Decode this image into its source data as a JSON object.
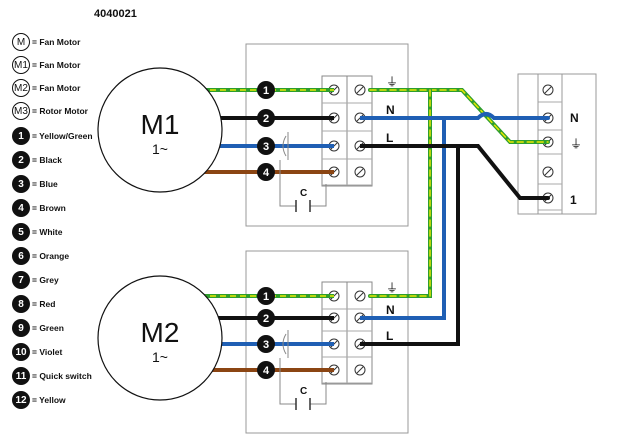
{
  "doc_id": "4040021",
  "legend_motors": [
    {
      "symbol": "M",
      "text": "= Fan Motor"
    },
    {
      "symbol": "M1",
      "text": "= Fan Motor"
    },
    {
      "symbol": "M2",
      "text": "= Fan Motor"
    },
    {
      "symbol": "M3",
      "text": "= Rotor Motor"
    }
  ],
  "legend_wires": [
    {
      "num": "1",
      "text": "= Yellow/Green"
    },
    {
      "num": "2",
      "text": "= Black"
    },
    {
      "num": "3",
      "text": "= Blue"
    },
    {
      "num": "4",
      "text": "= Brown"
    },
    {
      "num": "5",
      "text": "= White"
    },
    {
      "num": "6",
      "text": "= Orange"
    },
    {
      "num": "7",
      "text": "= Grey"
    },
    {
      "num": "8",
      "text": "= Red"
    },
    {
      "num": "9",
      "text": "= Green"
    },
    {
      "num": "10",
      "text": "= Violet"
    },
    {
      "num": "11",
      "text": "= Quick switch"
    },
    {
      "num": "12",
      "text": "= Yellow"
    }
  ],
  "motors": [
    {
      "label": "M1",
      "sub": "1~",
      "wire_nums": [
        "1",
        "2",
        "3",
        "4"
      ],
      "terminal_labels": [
        "N",
        "L"
      ],
      "cap_label": "C"
    },
    {
      "label": "M2",
      "sub": "1~",
      "wire_nums": [
        "1",
        "2",
        "3",
        "4"
      ],
      "terminal_labels": [
        "N",
        "L"
      ],
      "cap_label": "C"
    }
  ],
  "supply": {
    "labels": [
      "N",
      "1"
    ]
  },
  "colors": {
    "yellow_green": "#9acd32",
    "yellow_stripe": "#e8e800",
    "green": "#2e9e2e",
    "black": "#111111",
    "blue": "#1f5fb4",
    "brown": "#8b4513"
  }
}
